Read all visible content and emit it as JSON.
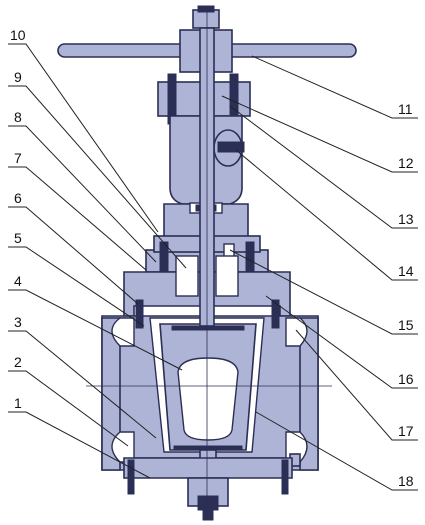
{
  "callouts": {
    "left": [
      "10",
      "9",
      "8",
      "7",
      "6",
      "5",
      "4",
      "3",
      "2",
      "1"
    ],
    "right": [
      "11",
      "12",
      "13",
      "14",
      "15",
      "16",
      "17",
      "18"
    ]
  },
  "colors": {
    "body": "#aeb4d6",
    "outline": "#2b2e55",
    "leader": "#222222",
    "background": "#ffffff"
  }
}
